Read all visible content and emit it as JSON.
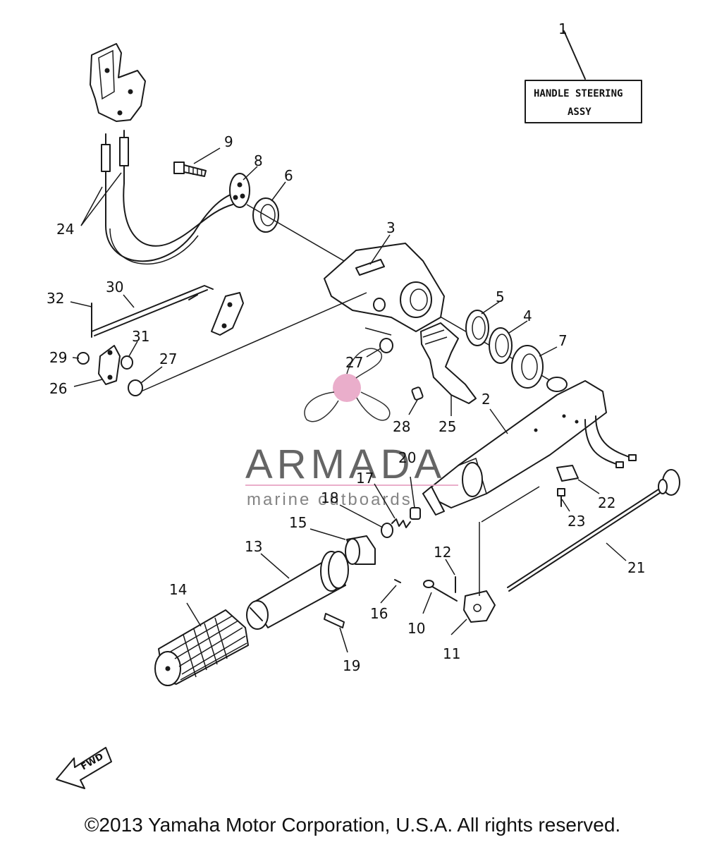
{
  "title_box": {
    "line1": "HANDLE STEERING",
    "line2": "ASSY"
  },
  "callouts": {
    "c1": "1",
    "c2": "2",
    "c3": "3",
    "c4": "4",
    "c5": "5",
    "c6": "6",
    "c7": "7",
    "c8": "8",
    "c9": "9",
    "c10": "10",
    "c11": "11",
    "c12": "12",
    "c13": "13",
    "c14": "14",
    "c15": "15",
    "c16": "16",
    "c17": "17",
    "c18": "18",
    "c19": "19",
    "c20": "20",
    "c21": "21",
    "c22": "22",
    "c23": "23",
    "c24": "24",
    "c25": "25",
    "c26": "26",
    "c27a": "27",
    "c27b": "27",
    "c28": "28",
    "c29": "29",
    "c30": "30",
    "c31": "31",
    "c32": "32"
  },
  "fwd_label": "FWD",
  "watermark": {
    "brand": "ARMADA",
    "tagline": "marine outboards",
    "accent_color": "#e8a6c6"
  },
  "copyright": "©2013 Yamaha Motor Corporation, U.S.A. All rights reserved."
}
